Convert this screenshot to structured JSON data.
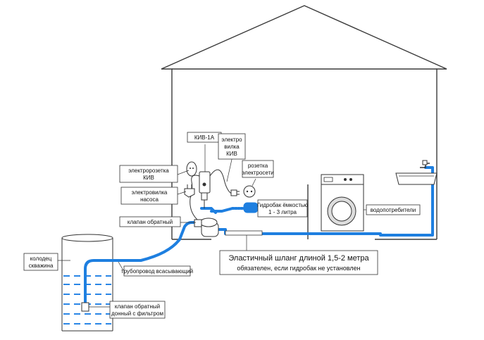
{
  "labels": {
    "kiv_1a": "КИВ-1А",
    "plug_kiv": [
      "электро",
      "вилка",
      "КИВ"
    ],
    "socket_kiv": [
      "электророзетка",
      "КИВ"
    ],
    "pump_plug": [
      "электровилка",
      "насоса"
    ],
    "mains_socket": [
      "розетка",
      "электросети"
    ],
    "check_valve": "клапан обратный",
    "accumulator": [
      "Гидробак ёмкостью",
      "1 - 3 литра"
    ],
    "consumers": "водопотребители",
    "hose_note": [
      "Эластичный шланг длиной 1,5-2 метра",
      "обязателен, если гидробак не установлен"
    ],
    "well": [
      "колодец",
      "скважина"
    ],
    "suction_pipe": "трубопровод всасывающий",
    "foot_valve": [
      "клапан обратный",
      "донный с фильтром"
    ]
  },
  "colors": {
    "pipe": "#1e7fe0",
    "water": "#2a86e6",
    "line": "#333333"
  },
  "icons": [
    "house",
    "well",
    "pump",
    "check-valve",
    "kiv-1a-relay",
    "plug",
    "socket",
    "accumulator",
    "washing-machine",
    "sink-tap",
    "foot-valve"
  ]
}
